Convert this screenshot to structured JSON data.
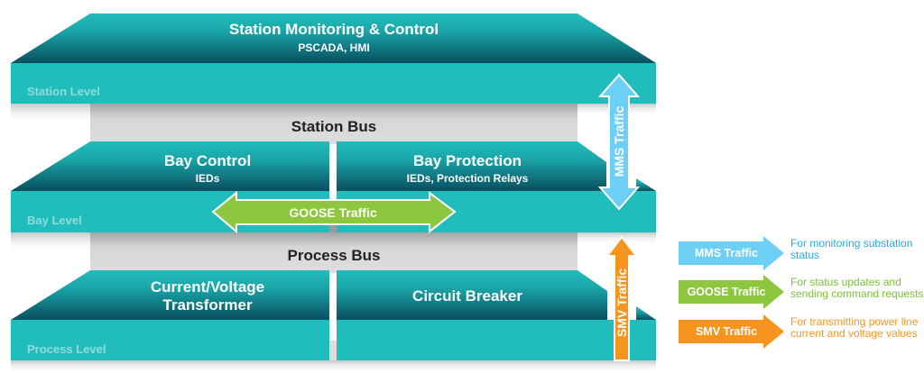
{
  "colors": {
    "teal": "#21bdbc",
    "teal_dark": "#0a5866",
    "bus_gray": "#dcdcde",
    "mms": "#6dcff6",
    "goose": "#8dc63f",
    "smv": "#f7941d",
    "level_text": "#8fdcdc",
    "bus_text": "#222222"
  },
  "levels": {
    "station": {
      "label": "Station Level",
      "title": "Station Monitoring & Control",
      "subtitle": "PSCADA, HMI"
    },
    "bay": {
      "label": "Bay Level",
      "blocks": [
        {
          "title": "Bay Control",
          "subtitle": "IEDs"
        },
        {
          "title": "Bay Protection",
          "subtitle": "IEDs, Protection Relays"
        }
      ]
    },
    "process": {
      "label": "Process Level",
      "blocks": [
        {
          "title_line1": "Current/Voltage",
          "title_line2": "Transformer"
        },
        {
          "title": "Circuit Breaker"
        }
      ]
    }
  },
  "buses": {
    "station": "Station Bus",
    "process": "Process Bus"
  },
  "traffic_arrows": {
    "goose": "GOOSE Traffic",
    "mms": "MMS Traffic",
    "smv": "SMV Traffic"
  },
  "legend": [
    {
      "key": "mms",
      "label": "MMS Traffic",
      "description_line1": "For monitoring substation",
      "description_line2": "status",
      "color": "#6dcff6",
      "text_color": "#29a8e0"
    },
    {
      "key": "goose",
      "label": "GOOSE Traffic",
      "description_line1": "For status updates and",
      "description_line2": "sending command requests",
      "color": "#8dc63f",
      "text_color": "#7bbf3a"
    },
    {
      "key": "smv",
      "label": "SMV Traffic",
      "description_line1": "For transmitting power line",
      "description_line2": "current and voltage values",
      "color": "#f7941d",
      "text_color": "#f7941d"
    }
  ]
}
